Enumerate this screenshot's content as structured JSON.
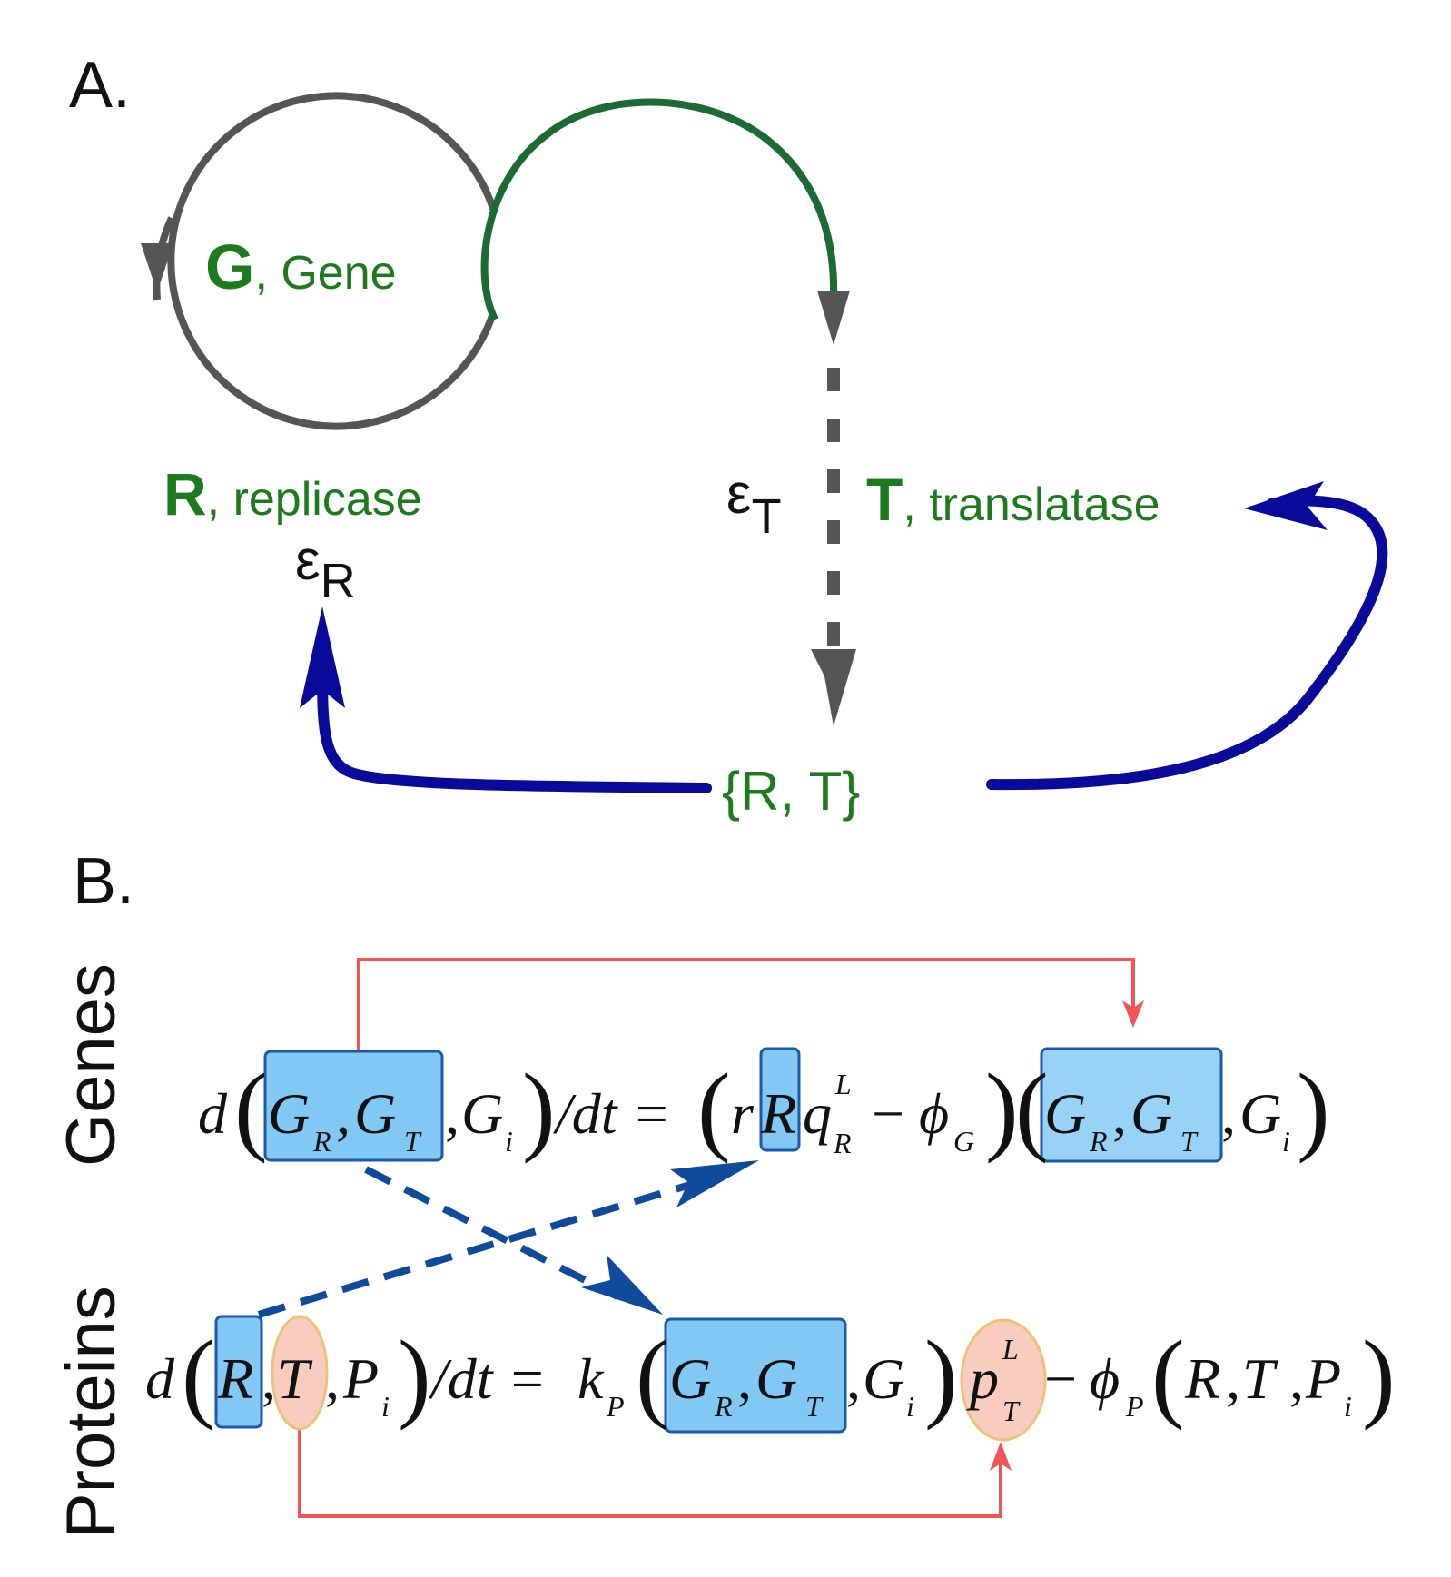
{
  "panel_a": {
    "label": "A.",
    "gene": {
      "symbol": "G",
      "rest": ", Gene"
    },
    "replicase": {
      "symbol": "R",
      "rest": ", replicase"
    },
    "translatase": {
      "symbol": "T",
      "rest": ", translatase"
    },
    "eps_r": {
      "base": "ε",
      "sub": "R"
    },
    "eps_t": {
      "base": "ε",
      "sub": "T"
    },
    "set_label": "{R, T}"
  },
  "panel_b": {
    "label": "B.",
    "row_genes": "Genes",
    "row_proteins": "Proteins",
    "gene_eq": {
      "d": "d",
      "G": "G",
      "sR": "R",
      "sT": "T",
      "sI": "i",
      "slash_dt": "/dt =",
      "r": "r",
      "R": "R",
      "q": "q",
      "qL": "L",
      "qR": "R",
      "minus": "−",
      "phi": "ϕ",
      "phiG": "G"
    },
    "protein_eq": {
      "d": "d",
      "R": "R",
      "T": "T",
      "P": "P",
      "sI": "i",
      "slash_dt": "/dt =",
      "k": "k",
      "kP": "P",
      "G": "G",
      "sR": "R",
      "sT": "T",
      "p": "p",
      "pL": "L",
      "pT": "T",
      "minus": "−",
      "phi": "ϕ",
      "phiP": "P"
    }
  },
  "colors": {
    "gene_circle": "#555555",
    "green_arrow": "#1b6b32",
    "blue_arrow": "#0a0a9a",
    "dashed_arrow": "#104a9a",
    "red_arrow": "#f25555",
    "blue_box": "#82c8f5",
    "pink_oval": "#f8cdbf"
  }
}
